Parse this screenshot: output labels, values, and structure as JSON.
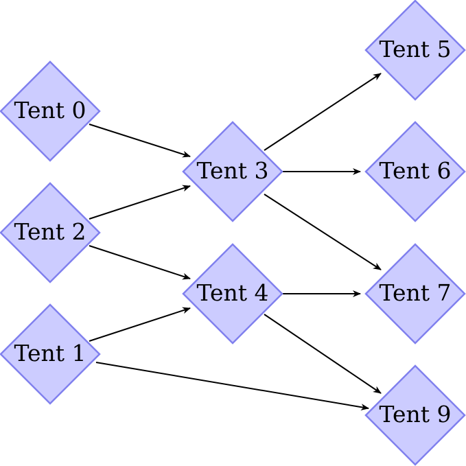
{
  "colors": {
    "node_fill": "#ccccff",
    "node_border": "#8080ee",
    "edge": "#000000",
    "text": "#000000"
  },
  "nodes": [
    {
      "id": "t0",
      "label": "Tent 0"
    },
    {
      "id": "t1",
      "label": "Tent 1"
    },
    {
      "id": "t2",
      "label": "Tent 2"
    },
    {
      "id": "t3",
      "label": "Tent 3"
    },
    {
      "id": "t4",
      "label": "Tent 4"
    },
    {
      "id": "t5",
      "label": "Tent 5"
    },
    {
      "id": "t6",
      "label": "Tent 6"
    },
    {
      "id": "t7",
      "label": "Tent 7"
    },
    {
      "id": "t9",
      "label": "Tent 9"
    }
  ],
  "edges": [
    {
      "from": "t0",
      "to": "t3"
    },
    {
      "from": "t2",
      "to": "t3"
    },
    {
      "from": "t2",
      "to": "t4"
    },
    {
      "from": "t1",
      "to": "t4"
    },
    {
      "from": "t1",
      "to": "t9"
    },
    {
      "from": "t3",
      "to": "t5"
    },
    {
      "from": "t3",
      "to": "t6"
    },
    {
      "from": "t3",
      "to": "t7"
    },
    {
      "from": "t4",
      "to": "t7"
    },
    {
      "from": "t4",
      "to": "t9"
    }
  ]
}
